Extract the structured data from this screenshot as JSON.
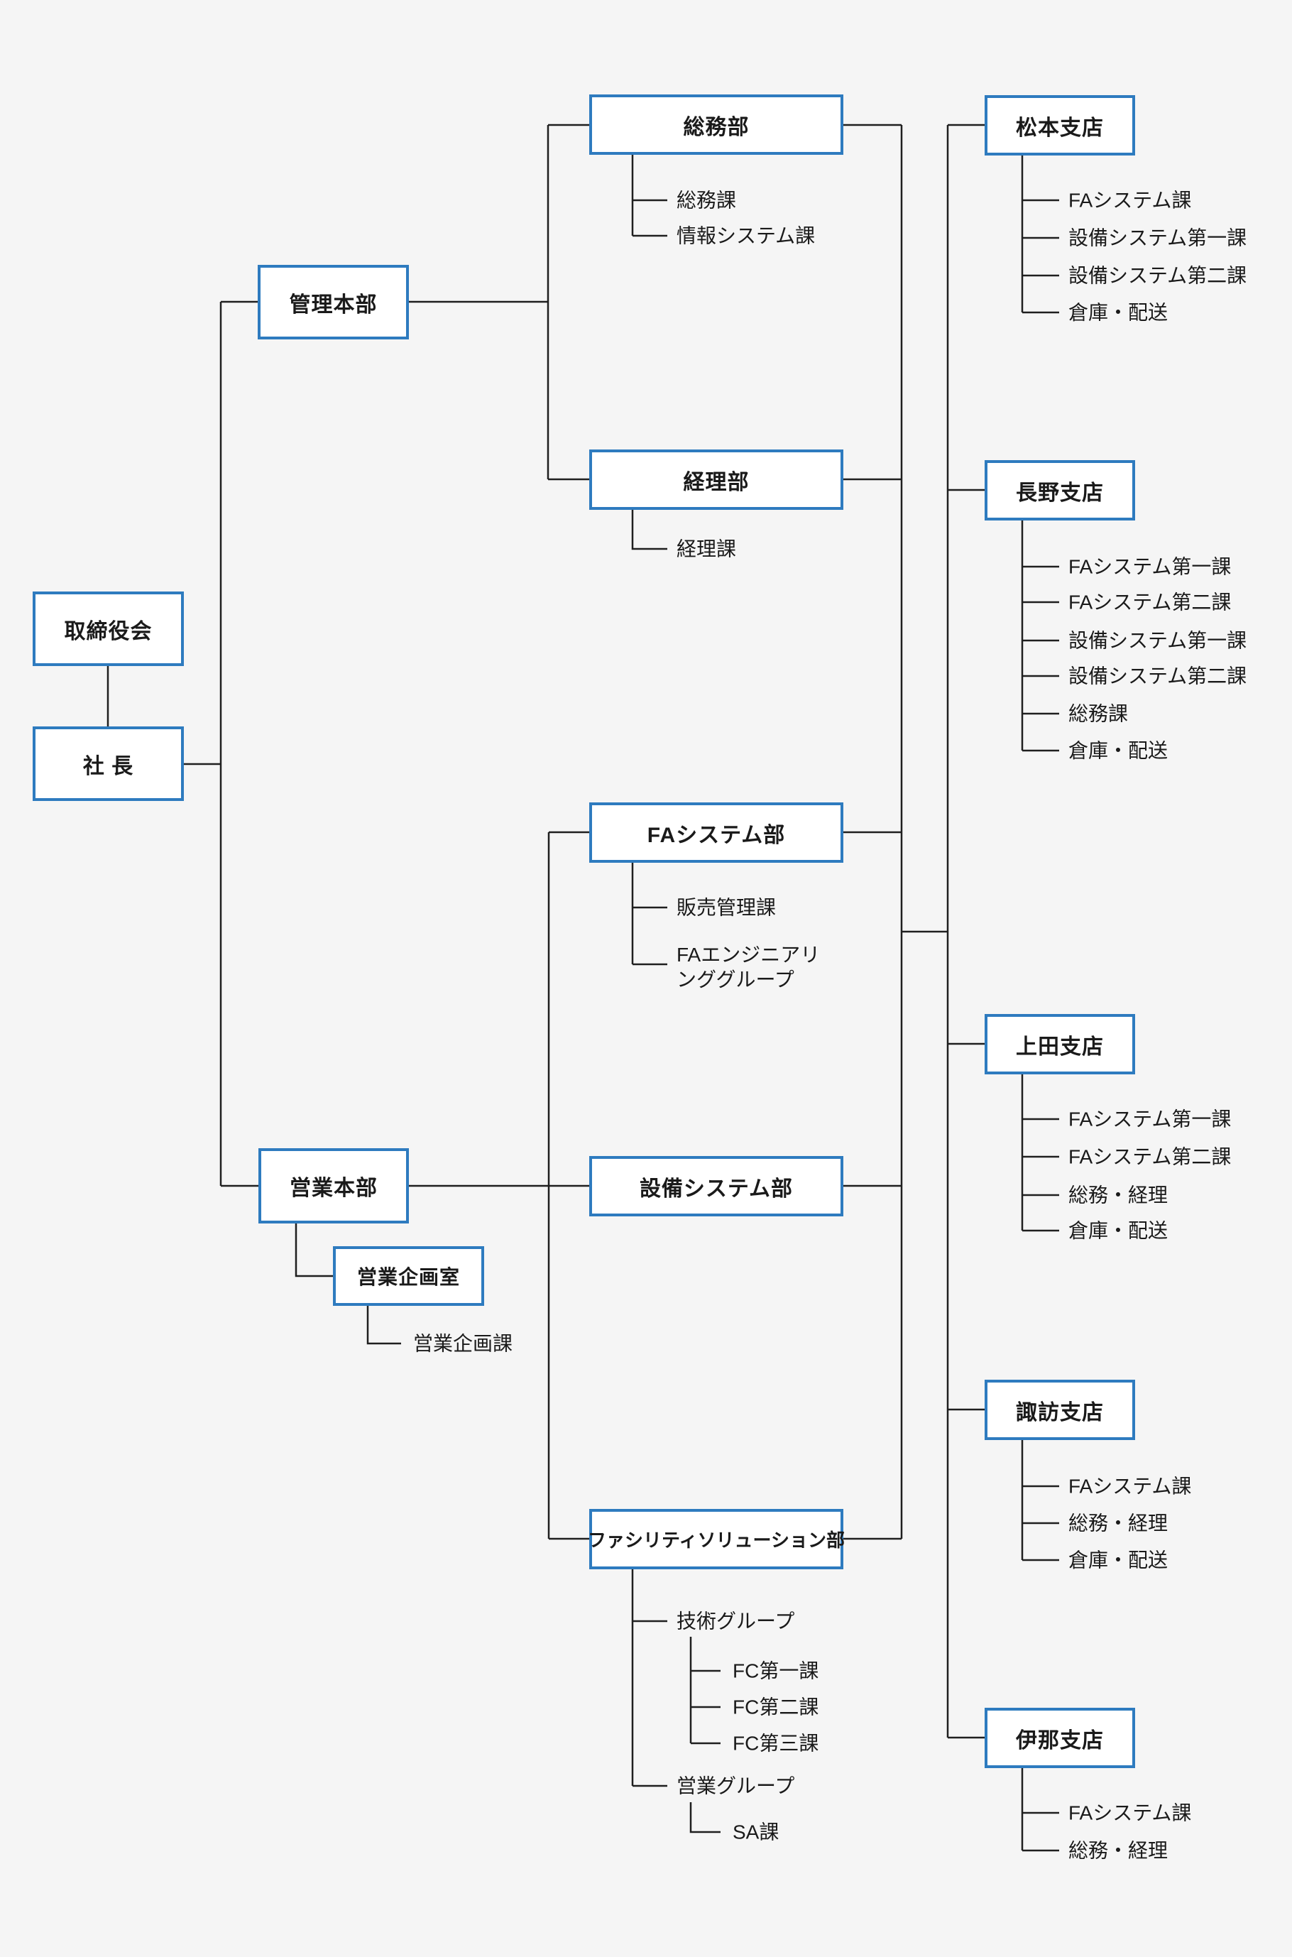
{
  "palette": {
    "background": "#f5f5f5",
    "box_fill": "#ffffff",
    "box_border": "#2e7bbf",
    "line": "#1f1f1f",
    "text": "#1a1a1a"
  },
  "org": {
    "board": "取締役会",
    "president": "社 長",
    "admin_hq": "管理本部",
    "sales_hq": "営業本部",
    "sales_planning_office": "営業企画室",
    "sales_planning_section": "営業企画課",
    "depts": {
      "soumu": {
        "title": "総務部",
        "children": [
          "総務課",
          "情報システム課"
        ]
      },
      "keiri": {
        "title": "経理部",
        "children": [
          "経理課"
        ]
      },
      "fa_system": {
        "title": "FAシステム部",
        "children": [
          "販売管理課",
          "FAエンジニアリンググループ"
        ]
      },
      "setsubi_system": {
        "title": "設備システム部",
        "children": []
      },
      "facility_solution": {
        "title": "ファシリティソリューション部",
        "groups": [
          {
            "name": "技術グループ",
            "children": [
              "FC第一課",
              "FC第二課",
              "FC第三課"
            ]
          },
          {
            "name": "営業グループ",
            "children": [
              "SA課"
            ]
          }
        ]
      }
    },
    "branches": {
      "matsumoto": {
        "title": "松本支店",
        "children": [
          "FAシステム課",
          "設備システム第一課",
          "設備システム第二課",
          "倉庫・配送"
        ]
      },
      "nagano": {
        "title": "長野支店",
        "children": [
          "FAシステム第一課",
          "FAシステム第二課",
          "設備システム第一課",
          "設備システム第二課",
          "総務課",
          "倉庫・配送"
        ]
      },
      "ueda": {
        "title": "上田支店",
        "children": [
          "FAシステム第一課",
          "FAシステム第二課",
          "総務・経理",
          "倉庫・配送"
        ]
      },
      "suwa": {
        "title": "諏訪支店",
        "children": [
          "FAシステム課",
          "総務・経理",
          "倉庫・配送"
        ]
      },
      "ina": {
        "title": "伊那支店",
        "children": [
          "FAシステム課",
          "総務・経理"
        ]
      }
    }
  }
}
